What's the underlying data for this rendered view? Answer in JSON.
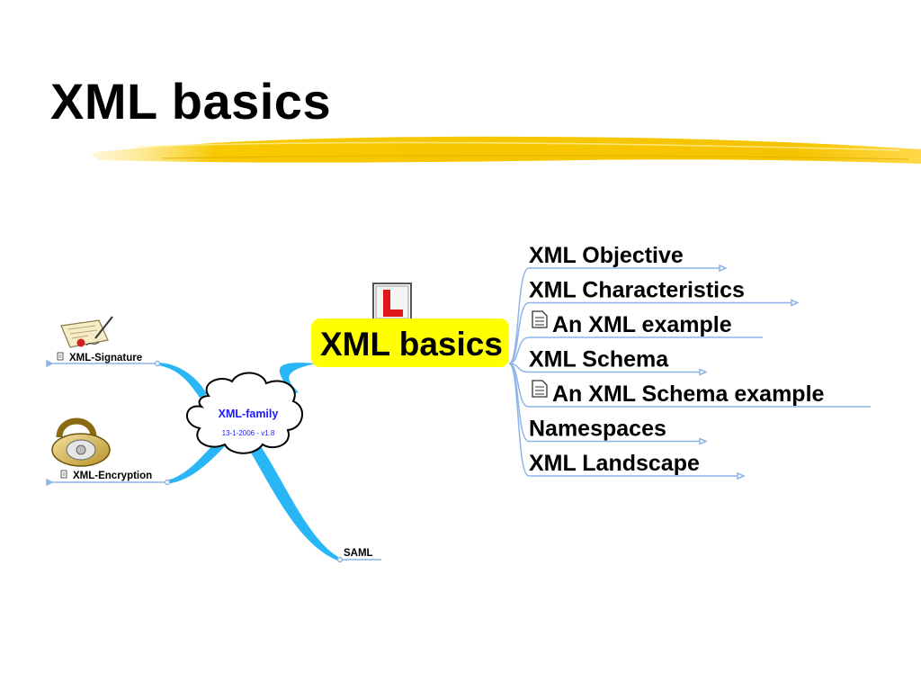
{
  "slide": {
    "title": "XML basics"
  },
  "central_node": {
    "label": "XML basics",
    "icon": "l-plate-icon",
    "highlight_color": "#ffff00"
  },
  "right_branches": [
    {
      "label": "XML Objective",
      "has_note_icon": false
    },
    {
      "label": "XML Characteristics",
      "has_note_icon": false
    },
    {
      "label": "An XML example",
      "has_note_icon": true
    },
    {
      "label": "XML Schema",
      "has_note_icon": false
    },
    {
      "label": "An XML Schema example",
      "has_note_icon": true
    },
    {
      "label": "Namespaces",
      "has_note_icon": false
    },
    {
      "label": "XML Landscape",
      "has_note_icon": false
    }
  ],
  "cloud_node": {
    "title": "XML-family",
    "subtitle": "13-1-2006 - v1.8"
  },
  "left_branches": [
    {
      "label": "XML-Signature",
      "icon": "signed-document-icon",
      "has_note_icon": true
    },
    {
      "label": "XML-Encryption",
      "icon": "padlock-icon",
      "has_note_icon": true
    },
    {
      "label": "SAML",
      "icon": "",
      "has_note_icon": false
    }
  ],
  "colors": {
    "title_underline": "#f5c400",
    "branch_line": "#8fb4e8",
    "curve_fill": "#29b6f6",
    "cloud_text": "#1a1aff"
  }
}
